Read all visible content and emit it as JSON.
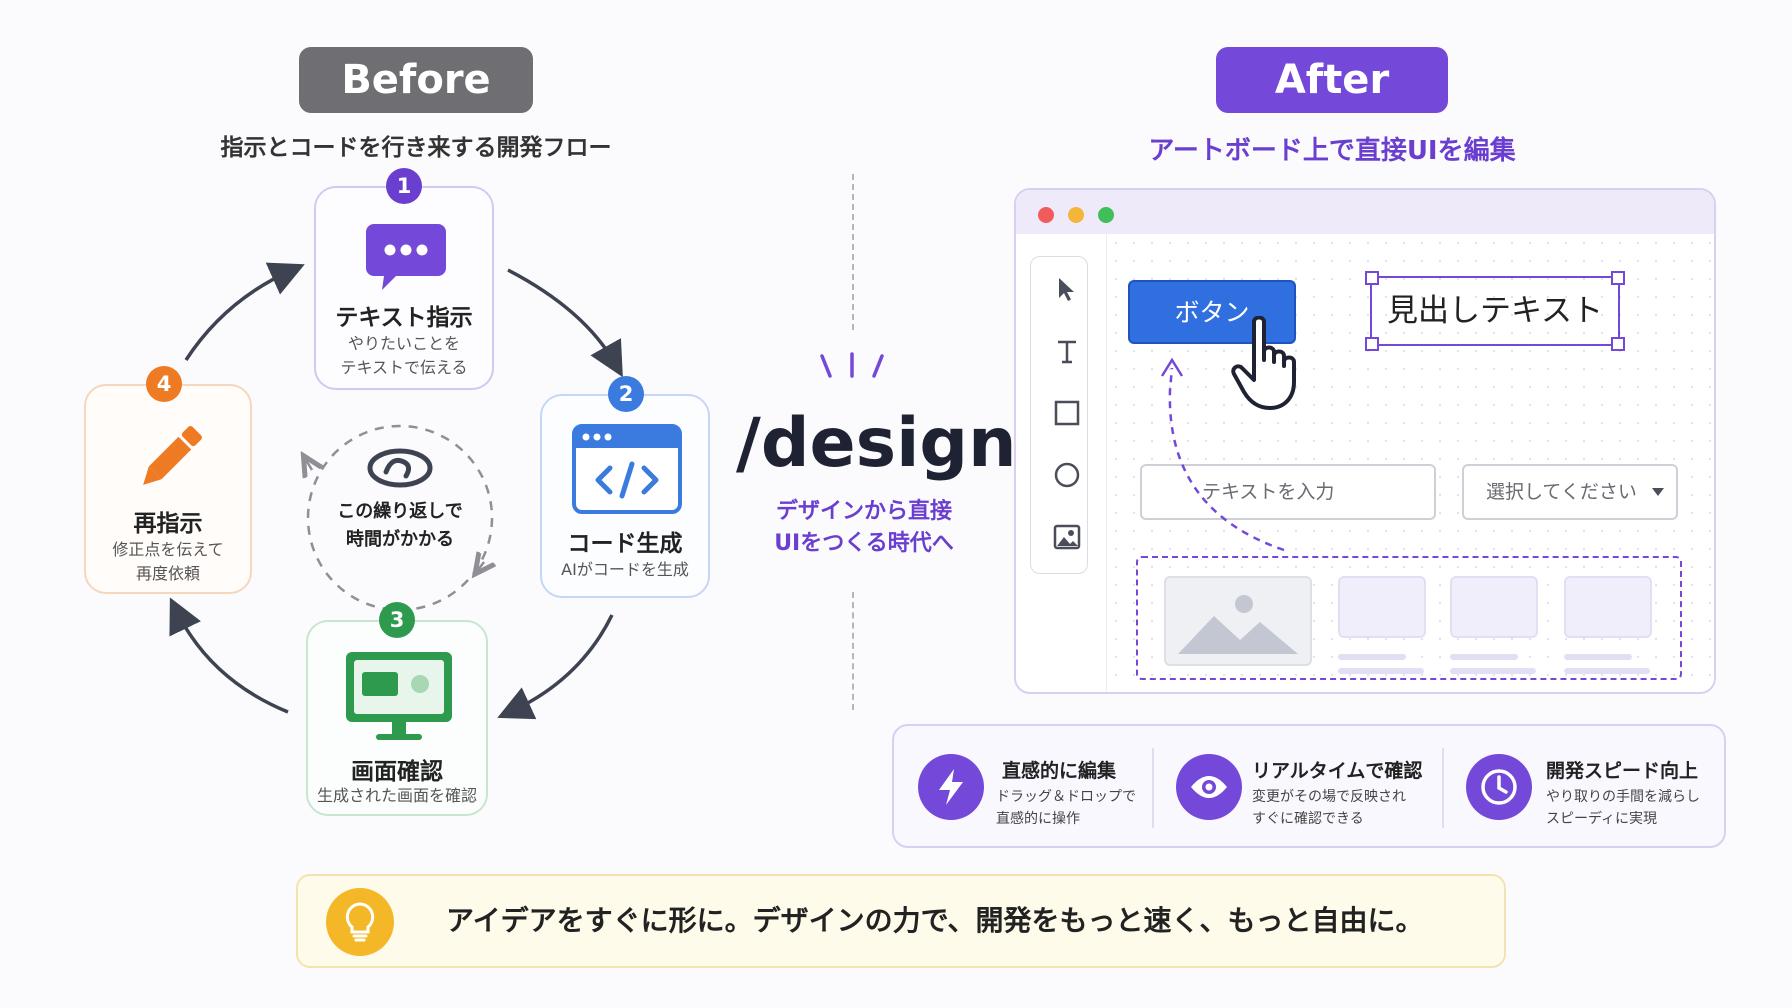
{
  "before": {
    "pill_label": "Before",
    "subtitle": "指示とコードを行き来する開発フロー",
    "steps": [
      {
        "number": "1",
        "title": "テキスト指示",
        "desc": "やりたいことを\nテキストで伝える"
      },
      {
        "number": "2",
        "title": "コード生成",
        "desc": "AIがコードを生成"
      },
      {
        "number": "3",
        "title": "画面確認",
        "desc": "生成された画面を確認"
      },
      {
        "number": "4",
        "title": "再指示",
        "desc": "修正点を伝えて\n再度依頼"
      }
    ],
    "center_text": "この繰り返しで\n時間がかかる"
  },
  "center": {
    "command": "/design",
    "tagline": "デザインから直接\nUIをつくる時代へ"
  },
  "after": {
    "pill_label": "After",
    "subtitle": "アートボード上で直接UIを編集",
    "canvas": {
      "button_label": "ボタン",
      "heading_text": "見出しテキスト",
      "input_placeholder": "テキストを入力",
      "select_placeholder": "選択してください"
    },
    "features": [
      {
        "icon": "lightning-icon",
        "title": "直感的に編集",
        "desc": "ドラッグ＆ドロップで\n直感的に操作"
      },
      {
        "icon": "eye-icon",
        "title": "リアルタイムで確認",
        "desc": "変更がその場で反映され\nすぐに確認できる"
      },
      {
        "icon": "clock-icon",
        "title": "開発スピード向上",
        "desc": "やり取りの手間を減らし\nスピーディに実現"
      }
    ]
  },
  "footer": {
    "message": "アイデアをすぐに形に。デザインの力で、開発をもっと速く、もっと自由に。"
  },
  "colors": {
    "purple": "#7448d8",
    "gray_pill": "#6e6e73",
    "step1": "#6a3fd0",
    "step2": "#3b7be0",
    "step3": "#2e9a4d",
    "step4": "#ef7a24",
    "selection_blue": "#2f6fe0"
  }
}
